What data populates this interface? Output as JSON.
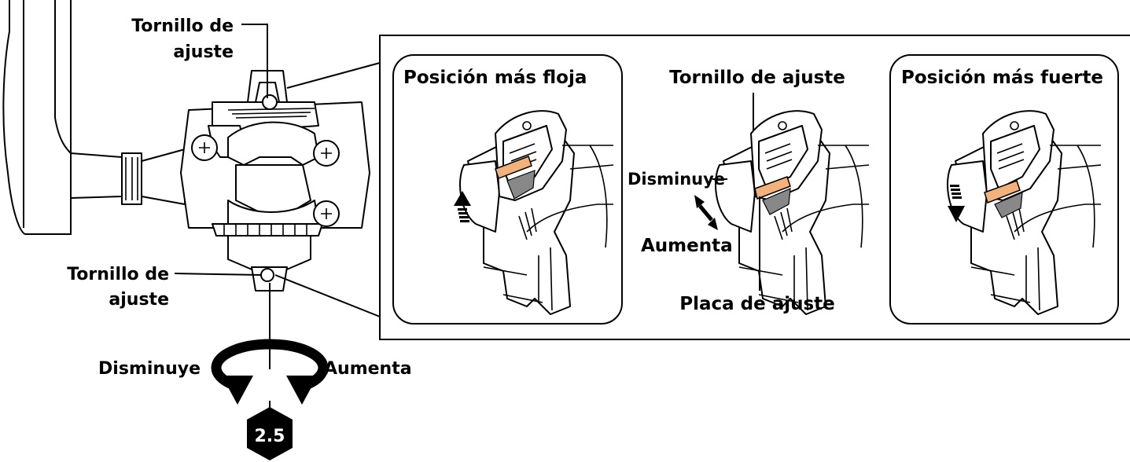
{
  "labels": {
    "top_screw_line1": "Tornillo de",
    "top_screw_line2": "ajuste",
    "bottom_screw_line1": "Tornillo de",
    "bottom_screw_line2": "ajuste",
    "rotate_decrease": "Disminuye",
    "rotate_increase": "Aumenta",
    "tool_size": "2.5"
  },
  "panel": {
    "loosest_title": "Posición más floja",
    "middle_screw_label": "Tornillo de ajuste",
    "middle_decrease": "Disminuye",
    "middle_increase": "Aumenta",
    "middle_plate_label": "Placa de ajuste",
    "tightest_title": "Posición más fuerte"
  },
  "colors": {
    "plate": "#f2b27a",
    "spring": "#888888",
    "line": "#000000"
  }
}
